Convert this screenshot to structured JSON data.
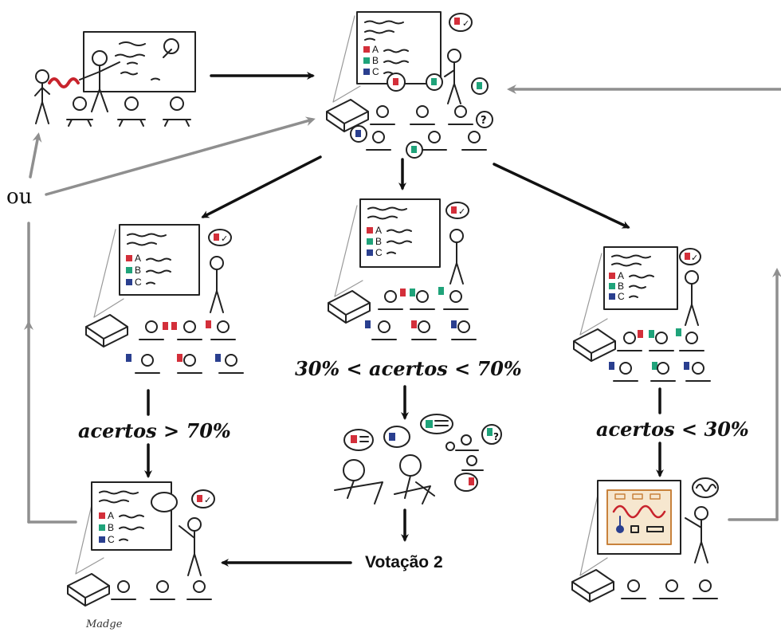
{
  "labels": {
    "ou": "ou",
    "cond_high": "acertos > 70%",
    "cond_mid": "30% < acertos < 70%",
    "cond_low": "acertos < 30%",
    "votacao2": "Votação 2",
    "signature": "Madge"
  },
  "answer_options": [
    "A",
    "B",
    "C"
  ],
  "colors": {
    "A": "#d32f3a",
    "B": "#1fa37a",
    "C": "#2a3f8f",
    "primary_arrow": "#111111",
    "secondary_arrow": "#8f8f8f",
    "wave": "#c8232c"
  },
  "icons": {
    "check": "✓",
    "question": "?"
  }
}
